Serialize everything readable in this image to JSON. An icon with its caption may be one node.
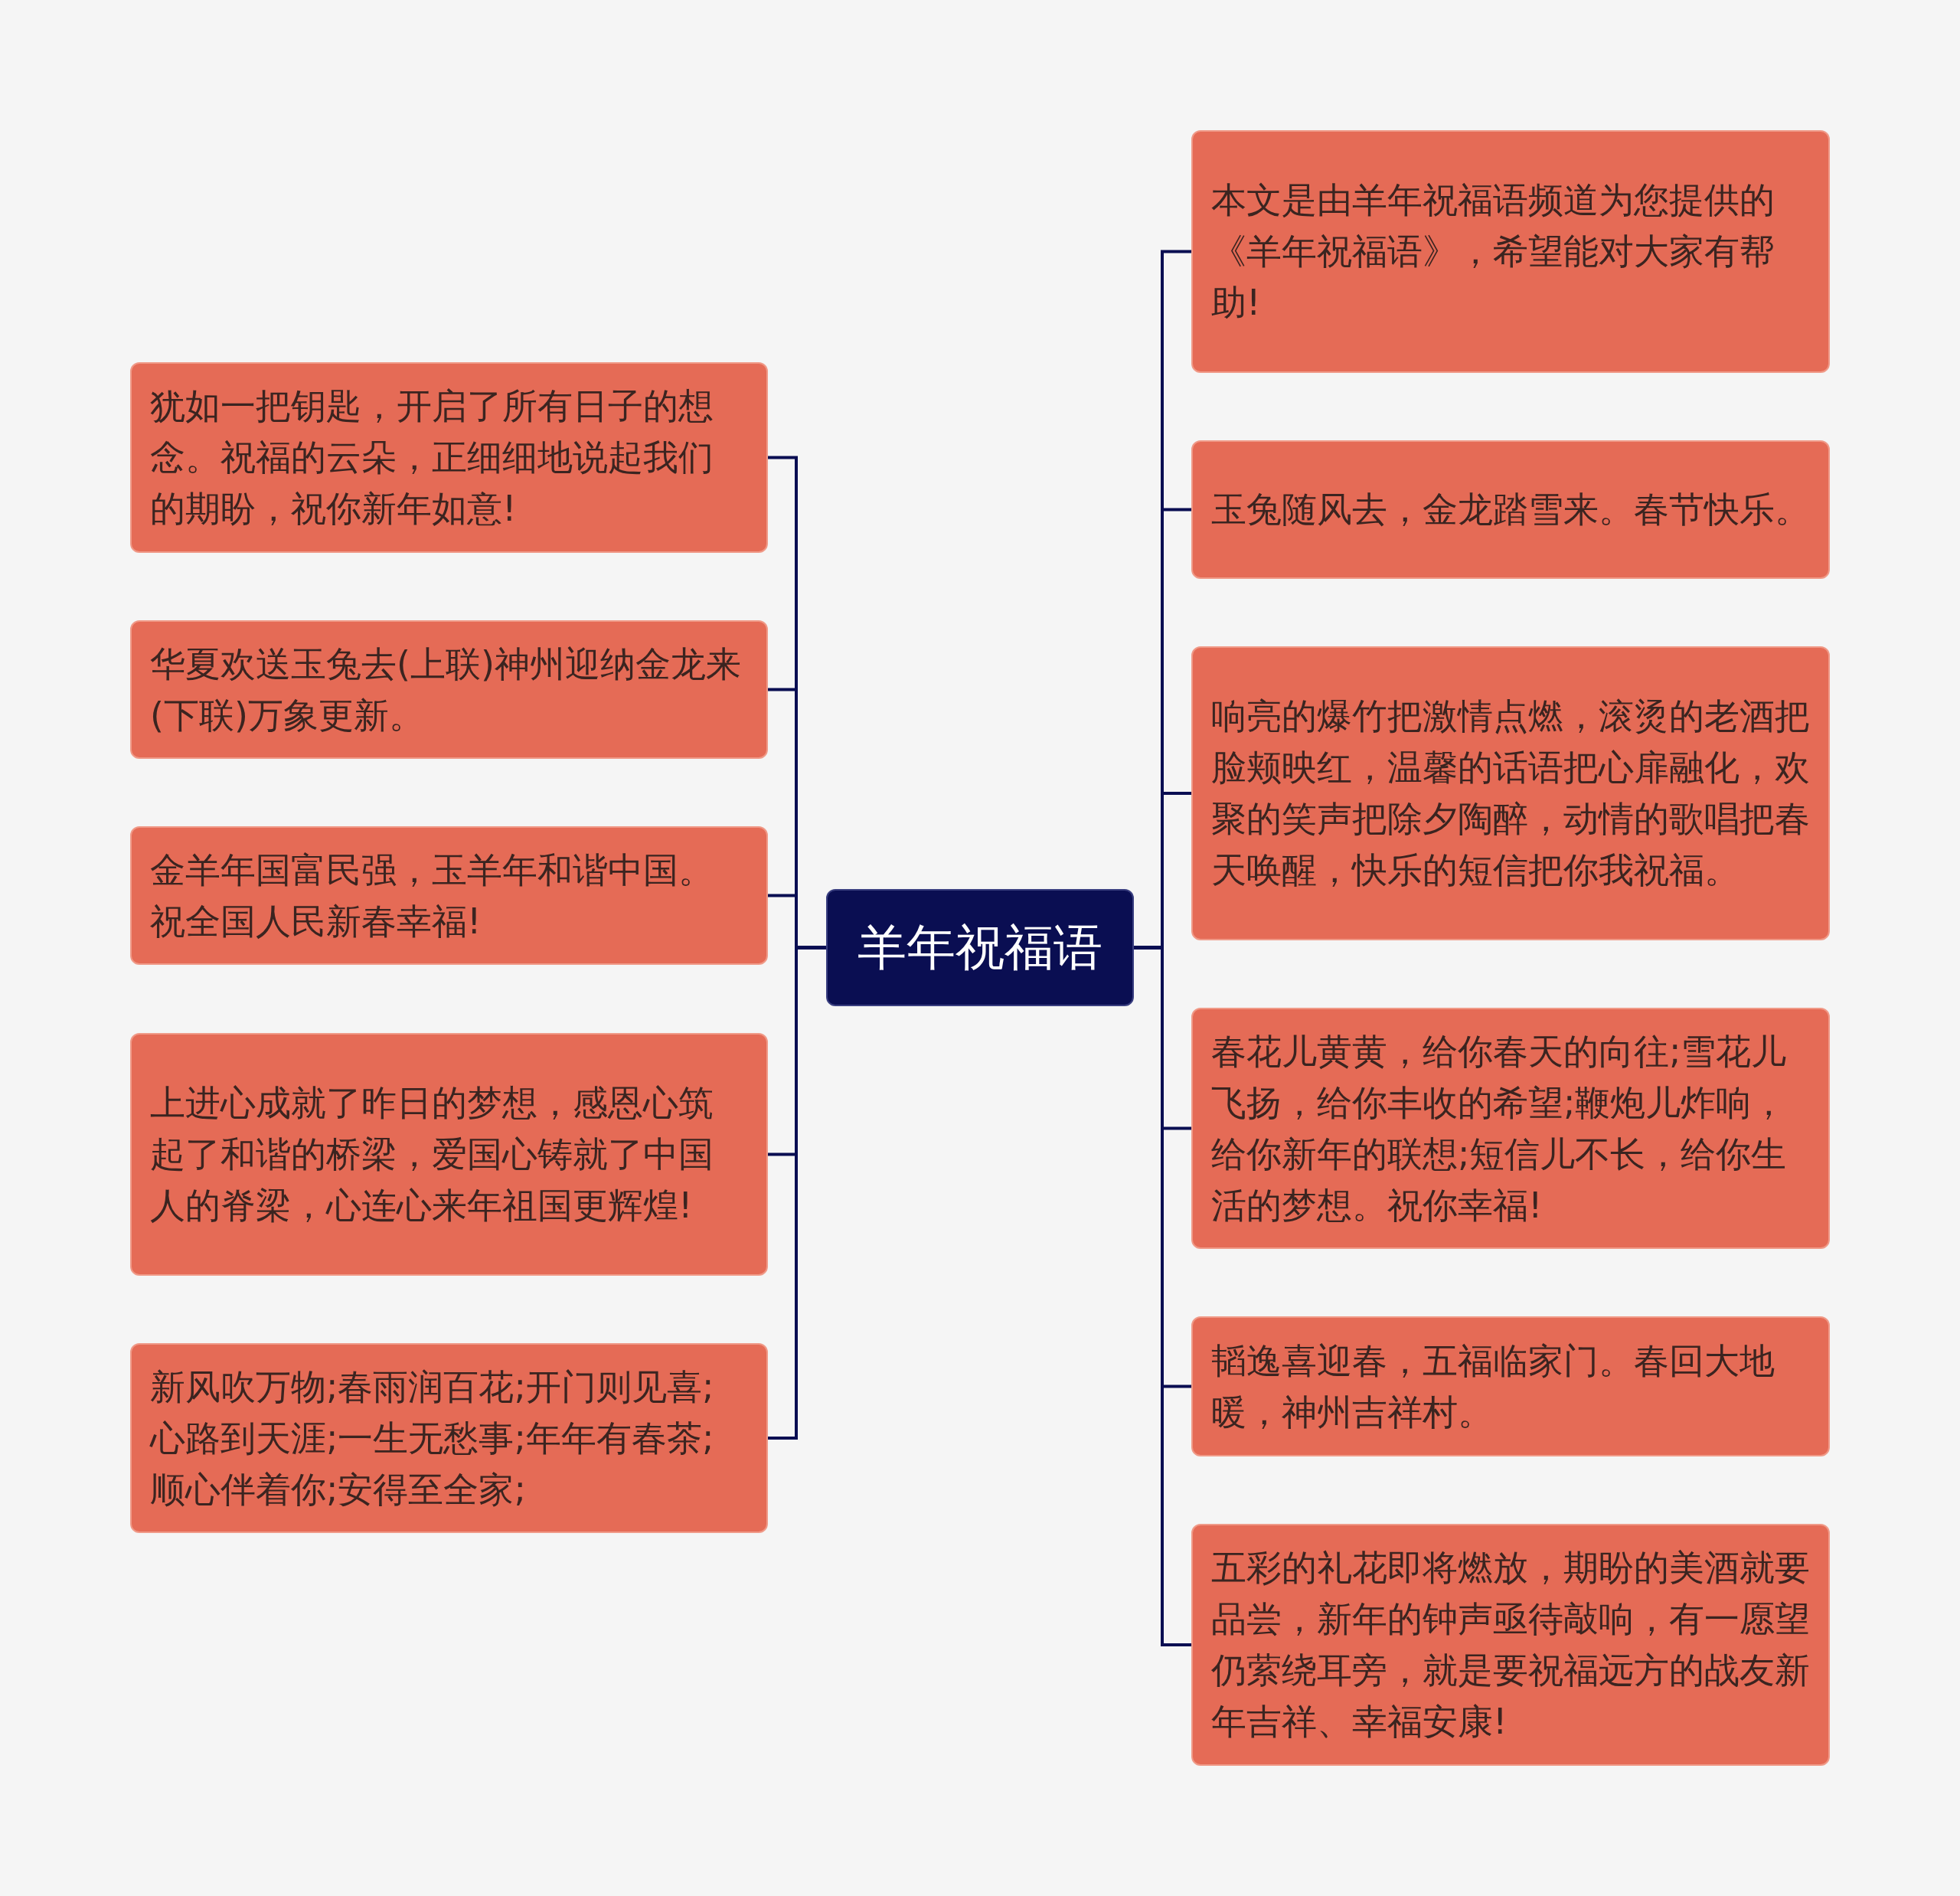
{
  "diagram": {
    "nodes": [
      {
        "text": [
          "羊年祝福语"
        ]
      },
      {
        "text": [
          "犹如一把钥匙，开启了所有日子的想念。祝福的云朵，正细细地说起我们的期盼，祝你新年如意!"
        ]
      },
      {
        "text": [
          "华夏欢送玉兔去(上联)神州迎纳金龙来(下联)万象更新。"
        ]
      },
      {
        "text": [
          "金羊年国富民强，玉羊年和谐中国。祝全国人民新春幸福!"
        ]
      },
      {
        "text": [
          "上进心成就了昨日的梦想，感恩心筑起了和谐的桥梁，爱国心铸就了中国人的脊梁，心连心来年祖国更辉煌!"
        ]
      },
      {
        "text": [
          "新风吹万物;春雨润百花;开门则见喜;心路到天涯;一生无愁事;年年有春茶;顺心伴着你;安得至全家;"
        ]
      },
      {
        "text": [
          "本文是由羊年祝福语频道为您提供的《羊年祝福语》，希望能对大家有帮助!"
        ]
      },
      {
        "text": [
          "玉兔随风去，金龙踏雪来。春节快乐。"
        ]
      },
      {
        "text": [
          "响亮的爆竹把激情点燃，滚烫的老酒把脸颊映红，温馨的话语把心扉融化，欢聚的笑声把除夕陶醉，动情的歌唱把春天唤醒，快乐的短信把你我祝福。"
        ]
      },
      {
        "text": [
          "春花儿黄黄，给你春天的向往;雪花儿飞扬，给你丰收的希望;鞭炮儿炸响，给你新年的联想;短信儿不长，给你生活的梦想。祝你幸福!"
        ]
      },
      {
        "text": [
          "韬逸喜迎春，五福临家门。春回大地暖，神州吉祥村。"
        ]
      },
      {
        "text": [
          "五彩的礼花即将燃放，期盼的美酒就要品尝，新年的钟声亟待敲响，有一愿望仍萦绕耳旁，就是要祝福远方的战友新年吉祥、幸福安康!"
        ]
      }
    ],
    "edges": [
      {
        "from": 0,
        "to": 1,
        "arrow": "none"
      },
      {
        "from": 0,
        "to": 2,
        "arrow": "none"
      },
      {
        "from": 0,
        "to": 3,
        "arrow": "none"
      },
      {
        "from": 0,
        "to": 4,
        "arrow": "none"
      },
      {
        "from": 0,
        "to": 5,
        "arrow": "none"
      },
      {
        "from": 0,
        "to": 6,
        "arrow": "none"
      },
      {
        "from": 0,
        "to": 7,
        "arrow": "none"
      },
      {
        "from": 0,
        "to": 8,
        "arrow": "none"
      },
      {
        "from": 0,
        "to": 9,
        "arrow": "none"
      },
      {
        "from": 0,
        "to": 10,
        "arrow": "none"
      },
      {
        "from": 0,
        "to": 11,
        "arrow": "none"
      }
    ]
  }
}
